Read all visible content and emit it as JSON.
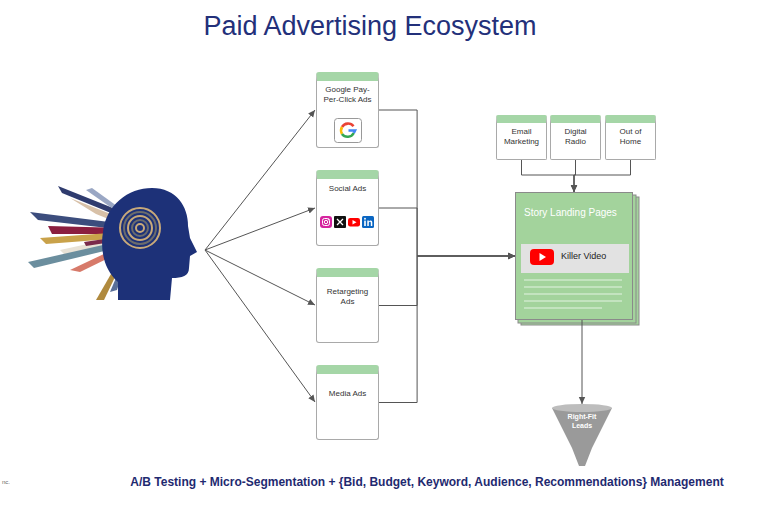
{
  "diagram": {
    "title": "Paid Advertising Ecosystem",
    "nodes": [
      {
        "text": [
          "Google Pay-Per-Click Ads"
        ]
      },
      {
        "text": [
          "Social Ads"
        ]
      },
      {
        "text": [
          "Retargeting Ads"
        ]
      },
      {
        "text": [
          "Media Ads"
        ]
      },
      {
        "text": [
          "Email Marketing"
        ]
      },
      {
        "text": [
          "Digital Radio"
        ]
      },
      {
        "text": [
          "Out of Home"
        ]
      },
      {
        "text": [
          "Story Landing Pages"
        ]
      },
      {
        "text": [
          "Killer Video"
        ],
        "in": 7
      },
      {
        "text": [
          "Right-Fit Leads"
        ]
      }
    ],
    "edges": [
      {
        "from": 0,
        "to": 7,
        "arrow": "to"
      },
      {
        "from": 1,
        "to": 7,
        "arrow": "to"
      },
      {
        "from": 2,
        "to": 7,
        "arrow": "to"
      },
      {
        "from": 3,
        "to": 7,
        "arrow": "to"
      },
      {
        "from": 4,
        "to": 7,
        "arrow": "to"
      },
      {
        "from": 5,
        "to": 7,
        "arrow": "to"
      },
      {
        "from": 6,
        "to": 7,
        "arrow": "to"
      },
      {
        "from": 7,
        "to": 9,
        "arrow": "to"
      }
    ],
    "labels": [
      "A/B Testing + Micro-Segmentation + {Bid, Budget, Keyword, Audience, Recommendations} Management",
      "nc."
    ]
  }
}
